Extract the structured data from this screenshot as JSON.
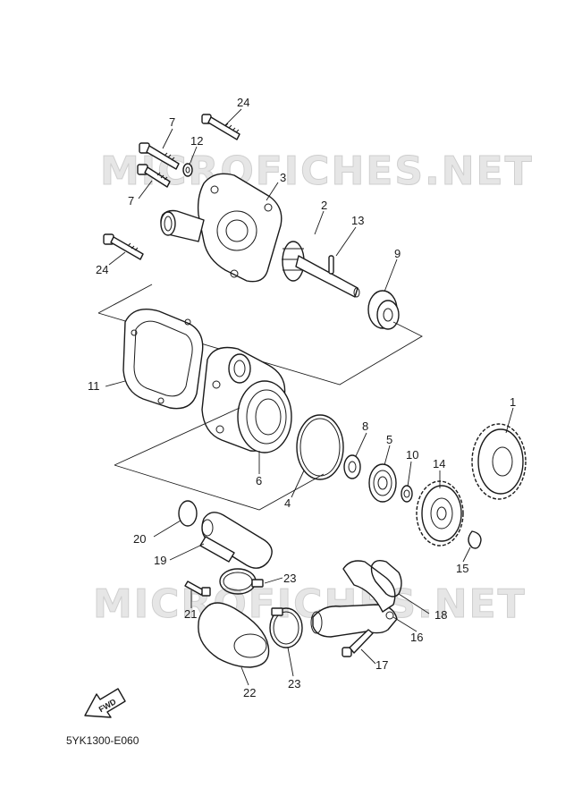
{
  "watermark": [
    "MICROFICHES.NET",
    "MICROFICHES.NET"
  ],
  "diagram_code": "5YK1300-E060",
  "fwd_label": "FWD",
  "callouts": {
    "p24a": "24",
    "p7a": "7",
    "p12": "12",
    "p3": "3",
    "p7b": "7",
    "p2": "2",
    "p13": "13",
    "p9": "9",
    "p24b": "24",
    "p11": "11",
    "p1": "1",
    "p8": "8",
    "p5": "5",
    "p10": "10",
    "p14": "14",
    "p6": "6",
    "p4": "4",
    "p20": "20",
    "p19": "19",
    "p15": "15",
    "p23a": "23",
    "p21": "21",
    "p18": "18",
    "p16": "16",
    "p17": "17",
    "p22": "22",
    "p23b": "23"
  }
}
